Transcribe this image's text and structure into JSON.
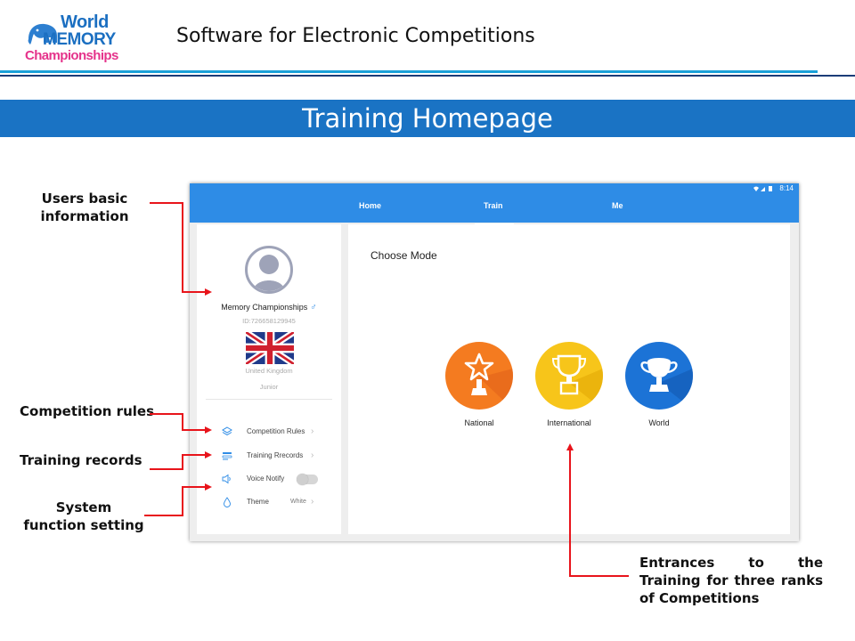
{
  "header": {
    "logo": {
      "line1": "World",
      "line2": "MEMORY",
      "line3": "Championships"
    },
    "slide_title": "Software for Electronic Competitions",
    "banner": "Training Homepage"
  },
  "annotations": {
    "users_basic_info": "Users basic information",
    "competition_rules": "Competition rules",
    "training_records": "Training records",
    "system_function": "System function setting",
    "entrances": "Entrances to the Training for three ranks of Competitions"
  },
  "app": {
    "status_time": "8:14",
    "tabs": {
      "home": "Home",
      "train": "Train",
      "me": "Me"
    },
    "profile": {
      "name": "Memory Championships",
      "gender_symbol": "♂",
      "id": "ID:726658129945",
      "country": "United Kingdom",
      "level": "Junior"
    },
    "menu": {
      "competition_rules": "Competition Rules",
      "training_records": "Training Rrecords",
      "voice_notify": "Voice Notify",
      "theme": "Theme",
      "theme_value": "White"
    },
    "choose_mode": "Choose Mode",
    "modes": {
      "national": "National",
      "international": "International",
      "world": "World"
    }
  },
  "colors": {
    "banner_blue": "#1a73c4",
    "app_bar_blue": "#2e8ce6",
    "annotation_red": "#e8141b",
    "national_orange": "#f47b20",
    "international_yellow": "#f7c51a",
    "world_blue": "#1c73d6"
  }
}
